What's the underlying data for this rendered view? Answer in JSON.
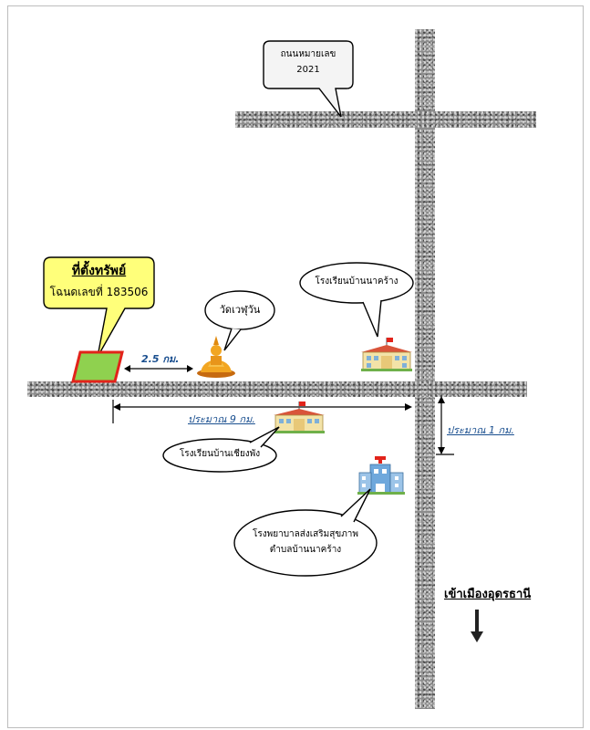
{
  "roads": {
    "road_label_line1": "ถนนหมายเลข",
    "road_label_line2": "2021"
  },
  "property": {
    "title": "ที่ตั้งทรัพย์",
    "deed": "โฉนดเลขที่ 183506"
  },
  "landmarks": {
    "temple": "วัดเวฬุวัน",
    "school_na_krang": "โรงเรียนบ้านนาคร้าง",
    "school_chiang_phong": "โรงเรียนบ้านเชียงพัง",
    "hospital_line1": "โรงพยาบาลส่งเสริมสุขภาพ",
    "hospital_line2": "ตำบลบ้านนาคร้าง"
  },
  "distances": {
    "to_temple": "2.5 กม.",
    "approx_9": "ประมาณ  9  กม.",
    "approx_1": "ประมาณ  1  กม."
  },
  "direction": {
    "to_city": "เข้าเมืองอุดรธานี"
  },
  "colors": {
    "property_fill": "#8fd14f",
    "property_border": "#e2231a",
    "callout_yellow": "#ffff7a",
    "distance_text": "#1a4f8f",
    "temple_gold": "#f2a622",
    "school_roof": "#d9543a",
    "hospital_blue": "#6fa8dc"
  }
}
